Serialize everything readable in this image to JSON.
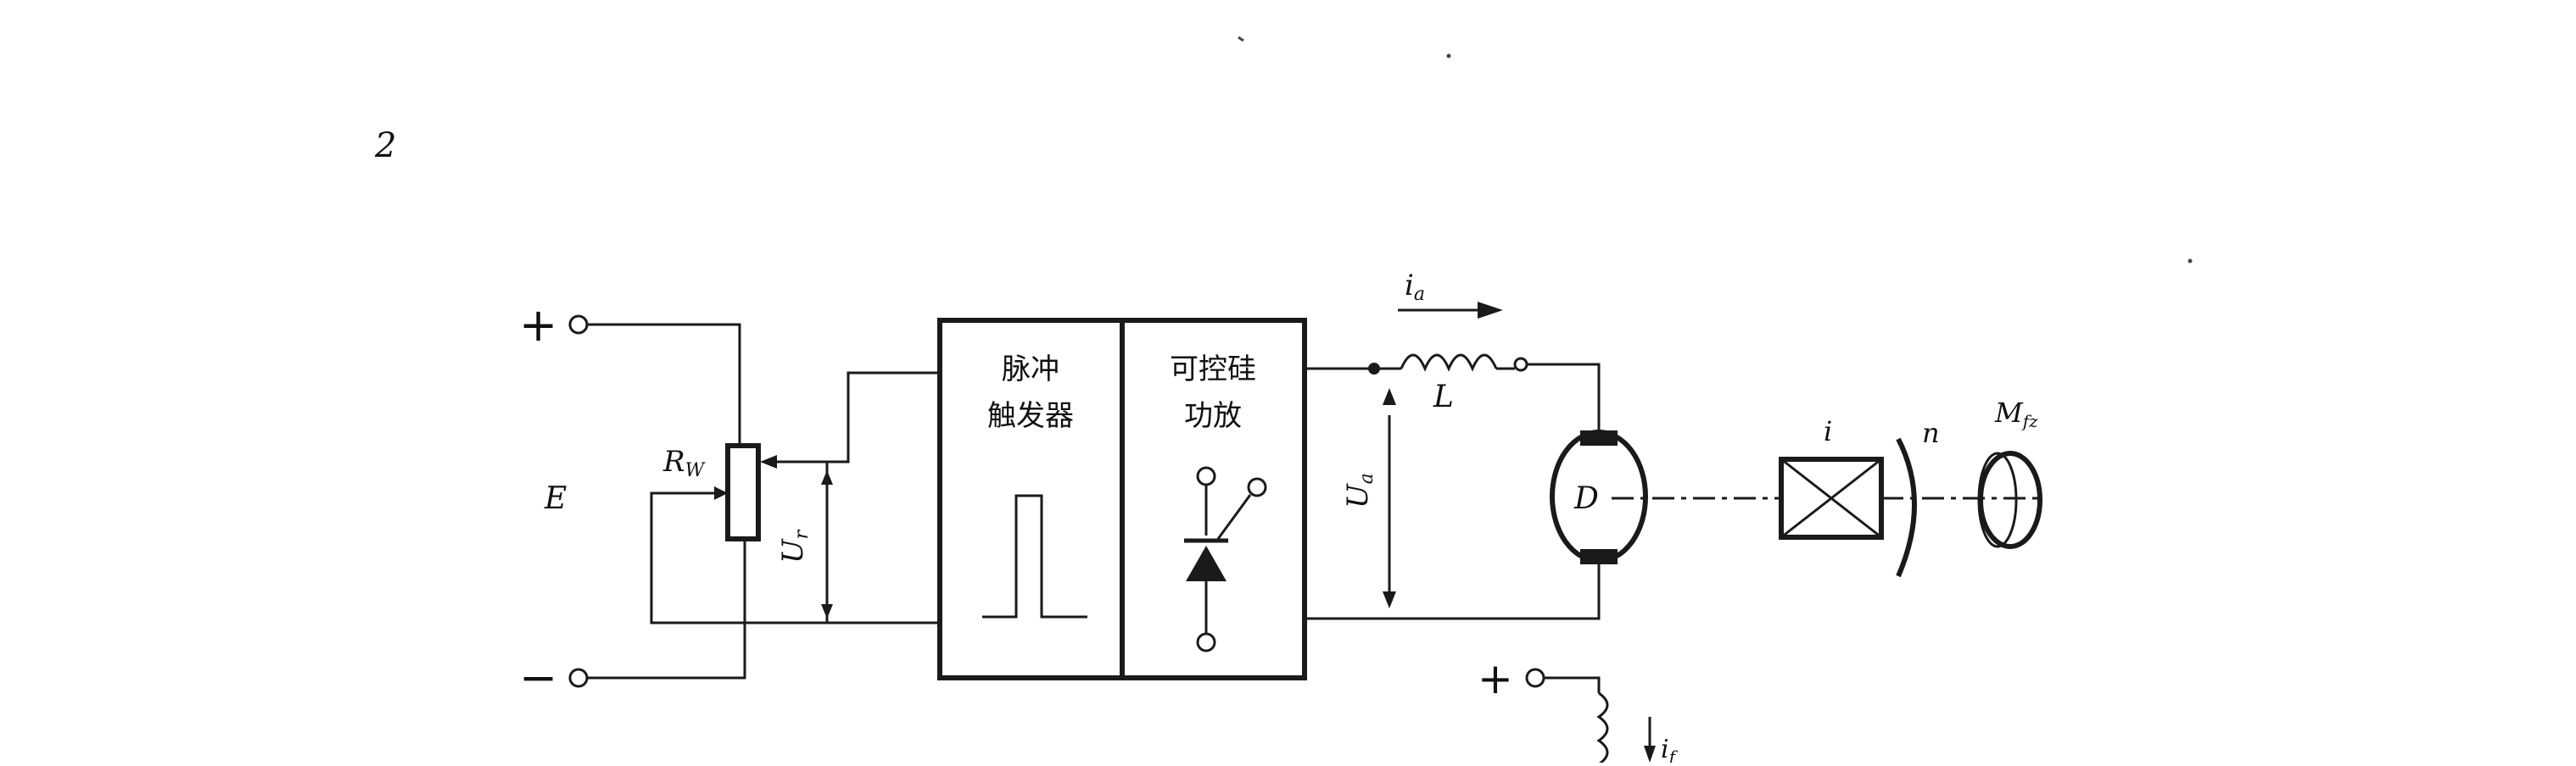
{
  "figure": {
    "page_number": "2",
    "plus_sign": "+",
    "minus_sign": "−",
    "source": {
      "label": "E"
    },
    "potentiometer": {
      "label": "R",
      "subscript": "W"
    },
    "reference_voltage": {
      "label": "U",
      "subscript": "r"
    },
    "pulse_trigger": {
      "line1": "脉冲",
      "line2": "触发器"
    },
    "thyristor_amp": {
      "line1": "可控硅",
      "line2": "功放"
    },
    "armature_voltage": {
      "label": "U",
      "subscript": "a"
    },
    "armature_current": {
      "label": "i",
      "subscript": "a"
    },
    "inductor": {
      "label": "L"
    },
    "motor": {
      "label": "D"
    },
    "gearbox": {
      "label": "i"
    },
    "speed": {
      "label": "n"
    },
    "load": {
      "label": "M",
      "subscript": "fz"
    },
    "field_current": {
      "label": "i",
      "subscript": "f"
    }
  },
  "colors": {
    "ink": "#1a1a1a",
    "background": "#ffffff"
  }
}
